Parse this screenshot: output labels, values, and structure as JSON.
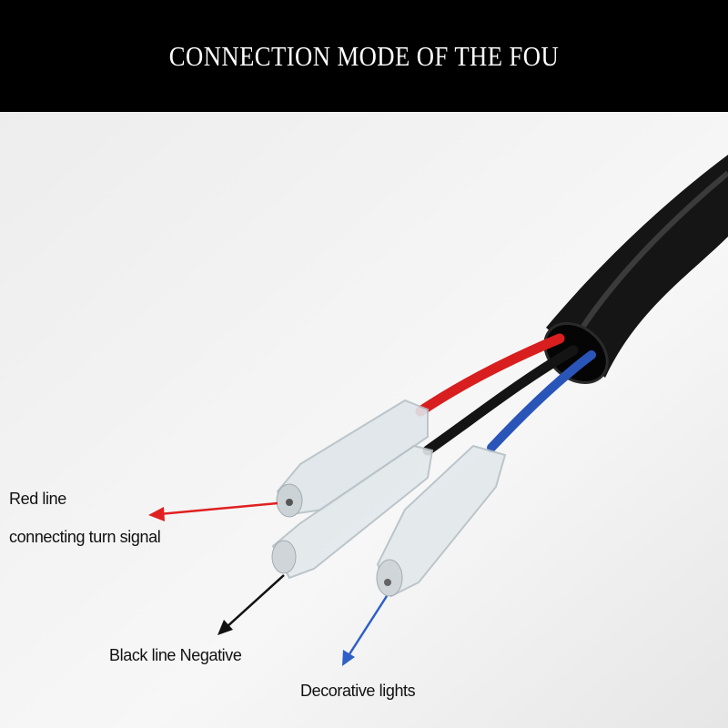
{
  "banner": {
    "title": "CONNECTION MODE OF THE FOU"
  },
  "labels": {
    "red_line": "Red line",
    "red_desc": "connecting turn signal",
    "black_line": "Black line Negative",
    "blue_line": "Decorative lights"
  },
  "colors": {
    "red": "#e02020",
    "black": "#111111",
    "blue": "#2f5fc8"
  }
}
